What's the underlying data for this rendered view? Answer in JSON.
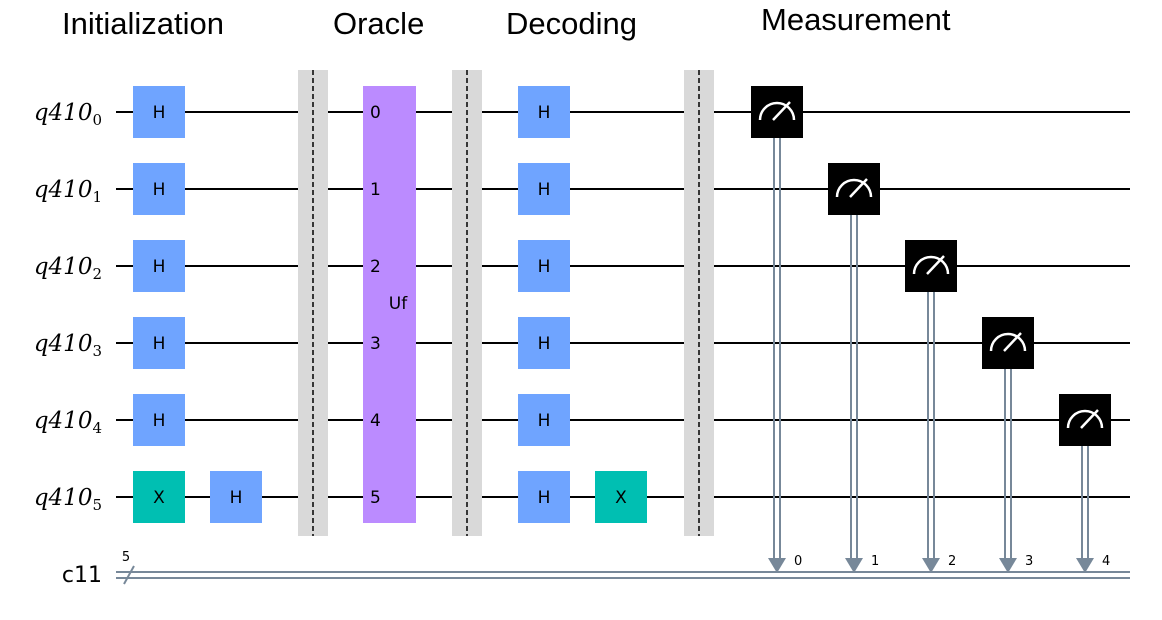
{
  "sections": [
    {
      "id": "initialization",
      "title": "Initialization"
    },
    {
      "id": "oracle",
      "title": "Oracle"
    },
    {
      "id": "decoding",
      "title": "Decoding"
    },
    {
      "id": "measurement",
      "title": "Measurement"
    }
  ],
  "qubits": [
    {
      "name": "q410",
      "index": "0"
    },
    {
      "name": "q410",
      "index": "1"
    },
    {
      "name": "q410",
      "index": "2"
    },
    {
      "name": "q410",
      "index": "3"
    },
    {
      "name": "q410",
      "index": "4"
    },
    {
      "name": "q410",
      "index": "5"
    }
  ],
  "classical_register": {
    "name": "c11",
    "size": "5"
  },
  "initialization_gates": [
    {
      "label": "H",
      "qubit": 0,
      "column": 0,
      "color": "#6fa4ff"
    },
    {
      "label": "H",
      "qubit": 1,
      "column": 0,
      "color": "#6fa4ff"
    },
    {
      "label": "H",
      "qubit": 2,
      "column": 0,
      "color": "#6fa4ff"
    },
    {
      "label": "H",
      "qubit": 3,
      "column": 0,
      "color": "#6fa4ff"
    },
    {
      "label": "H",
      "qubit": 4,
      "column": 0,
      "color": "#6fa4ff"
    },
    {
      "label": "X",
      "qubit": 5,
      "column": 0,
      "color": "#00bfb2"
    },
    {
      "label": "H",
      "qubit": 5,
      "column": 1,
      "color": "#6fa4ff"
    }
  ],
  "oracle": {
    "label": "Uf",
    "color": "#bb8bff",
    "pin_labels": [
      "0",
      "1",
      "2",
      "3",
      "4",
      "5"
    ]
  },
  "decoding_gates": [
    {
      "label": "H",
      "qubit": 0,
      "column": 0,
      "color": "#6fa4ff"
    },
    {
      "label": "H",
      "qubit": 1,
      "column": 0,
      "color": "#6fa4ff"
    },
    {
      "label": "H",
      "qubit": 2,
      "column": 0,
      "color": "#6fa4ff"
    },
    {
      "label": "H",
      "qubit": 3,
      "column": 0,
      "color": "#6fa4ff"
    },
    {
      "label": "H",
      "qubit": 4,
      "column": 0,
      "color": "#6fa4ff"
    },
    {
      "label": "H",
      "qubit": 5,
      "column": 0,
      "color": "#6fa4ff"
    },
    {
      "label": "X",
      "qubit": 5,
      "column": 1,
      "color": "#00bfb2"
    }
  ],
  "measurements": [
    {
      "qubit": 0,
      "clbit": "0"
    },
    {
      "qubit": 1,
      "clbit": "1"
    },
    {
      "qubit": 2,
      "clbit": "2"
    },
    {
      "qubit": 3,
      "clbit": "3"
    },
    {
      "qubit": 4,
      "clbit": "4"
    }
  ],
  "colors": {
    "barrier": "#d9d9d9",
    "classical_wire": "#778899",
    "measure_box": "#000000",
    "measure_symbol": "#ffffff"
  }
}
